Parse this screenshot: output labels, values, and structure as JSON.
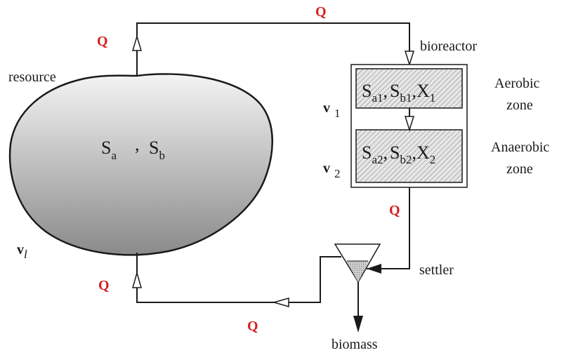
{
  "labels": {
    "resource": "resource",
    "bioreactor": "bioreactor",
    "aerobic_1": "Aerobic",
    "aerobic_2": "zone",
    "anaerobic_1": "Anaerobic",
    "anaerobic_2": "zone",
    "settler": "settler",
    "biomass": "biomass"
  },
  "flow_label": "Q",
  "resource_contents": {
    "a_main": "S",
    "a_sub": "a",
    "sep": ",",
    "b_main": "S",
    "b_sub": "b"
  },
  "zone1": {
    "s1_main": "S",
    "s1_sub": "a1",
    "s2_main": "S",
    "s2_sub": "b1",
    "x_main": "X",
    "x_sub": "1",
    "comma": ","
  },
  "zone2": {
    "s1_main": "S",
    "s1_sub": "a2",
    "s2_main": "S",
    "s2_sub": "b2",
    "x_main": "X",
    "x_sub": "2",
    "comma": ","
  },
  "volumes": {
    "v1_main": "v",
    "v1_sub": "1",
    "v2_main": "v",
    "v2_sub": "2",
    "vl_main": "v",
    "vl_sub": "l"
  },
  "colors": {
    "flow_label": "#d42020",
    "line": "#1a1a1a",
    "resource_top": "#f4f4f4",
    "resource_bottom": "#8a8a8a",
    "zone_fill": "#e6e6e6",
    "settler_fill": "#cfcfcf"
  }
}
